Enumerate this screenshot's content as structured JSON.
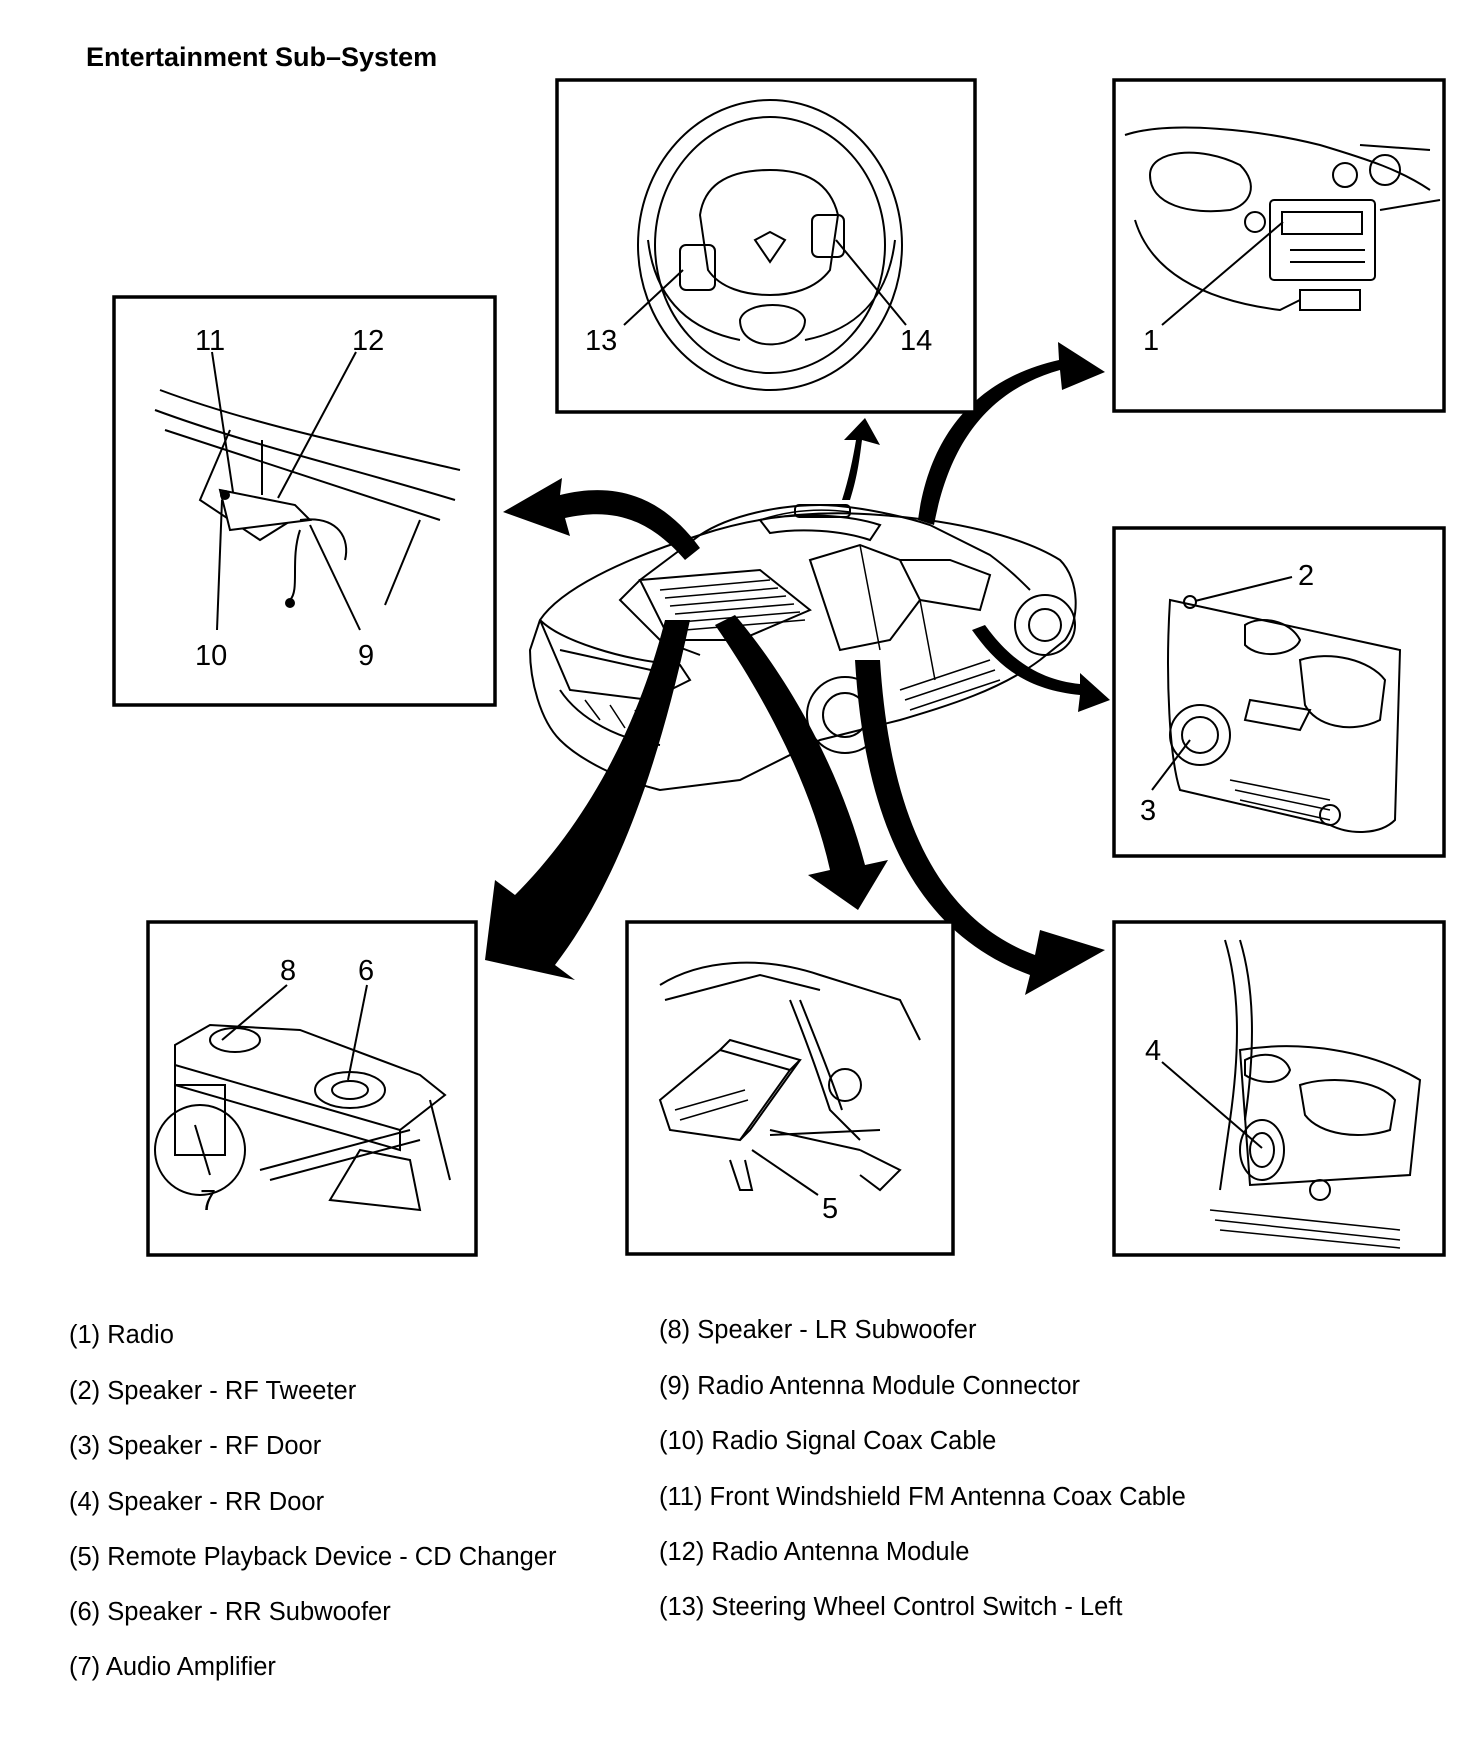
{
  "title": "Entertainment Sub–System",
  "panels": {
    "steering": {
      "callouts": [
        "13",
        "14"
      ]
    },
    "radio": {
      "callouts": [
        "1"
      ]
    },
    "antenna": {
      "callouts": [
        "11",
        "12",
        "10",
        "9"
      ]
    },
    "front_door": {
      "callouts": [
        "2",
        "3"
      ]
    },
    "rear_shelf": {
      "callouts": [
        "8",
        "6",
        "7"
      ]
    },
    "cd_changer": {
      "callouts": [
        "5"
      ]
    },
    "rear_door": {
      "callouts": [
        "4"
      ]
    }
  },
  "legend": {
    "left": [
      "(1) Radio",
      "(2) Speaker - RF Tweeter",
      "(3) Speaker - RF Door",
      "(4) Speaker - RR Door",
      "(5) Remote Playback Device - CD Changer",
      "(6) Speaker - RR Subwoofer",
      "(7) Audio Amplifier"
    ],
    "right": [
      "(8) Speaker - LR Subwoofer",
      "(9) Radio Antenna Module Connector",
      "(10) Radio Signal Coax Cable",
      "(11) Front Windshield FM Antenna Coax Cable",
      "(12) Radio Antenna Module",
      "(13) Steering Wheel Control Switch - Left"
    ]
  }
}
